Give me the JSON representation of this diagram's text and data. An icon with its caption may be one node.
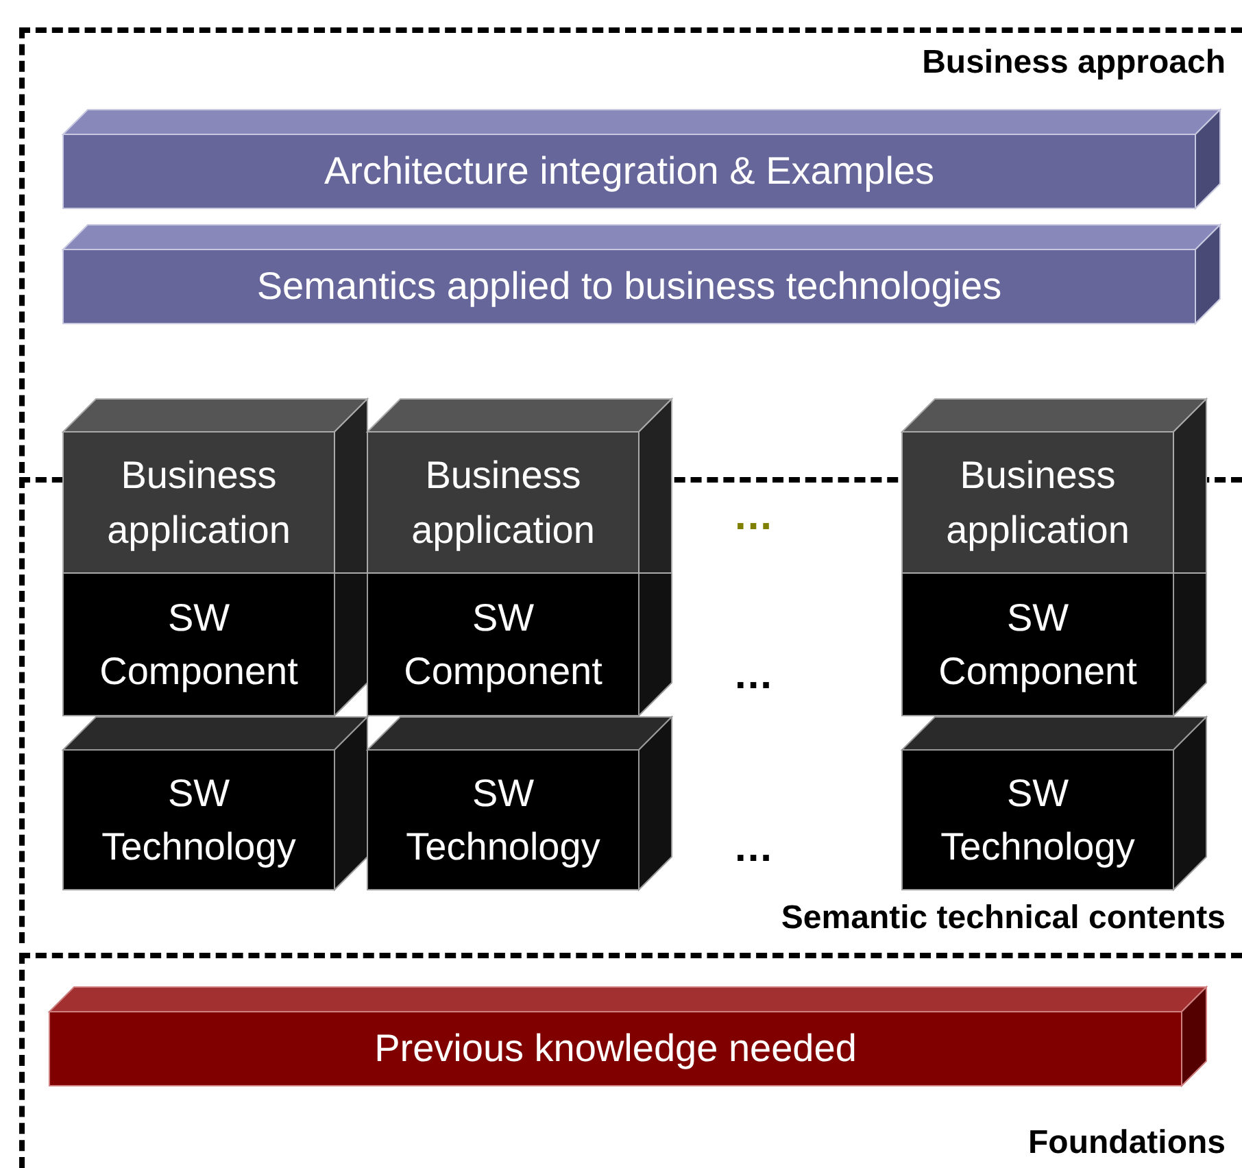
{
  "diagram": {
    "nodes": [
      {
        "text": [
          "Business approach"
        ]
      },
      {
        "text": [
          "Architecture integration & Examples"
        ],
        "in": 0
      },
      {
        "text": [
          "Semantics applied to business technologies"
        ],
        "in": 0
      },
      {
        "text": [
          "Semantic technical contents"
        ]
      },
      {
        "text": [
          "Business application"
        ]
      },
      {
        "text": [
          "Business application"
        ]
      },
      {
        "text": [
          "Business application"
        ]
      },
      {
        "text": [
          "SW Component"
        ],
        "in": 3
      },
      {
        "text": [
          "SW Component"
        ],
        "in": 3
      },
      {
        "text": [
          "SW Component"
        ],
        "in": 3
      },
      {
        "text": [
          "SW Technology"
        ],
        "in": 3
      },
      {
        "text": [
          "SW Technology"
        ],
        "in": 3
      },
      {
        "text": [
          "SW Technology"
        ],
        "in": 3
      },
      {
        "text": [
          "Foundations"
        ]
      },
      {
        "text": [
          "Previous knowledge needed"
        ],
        "in": 13
      }
    ],
    "labels": [
      "...",
      "...",
      "..."
    ]
  }
}
